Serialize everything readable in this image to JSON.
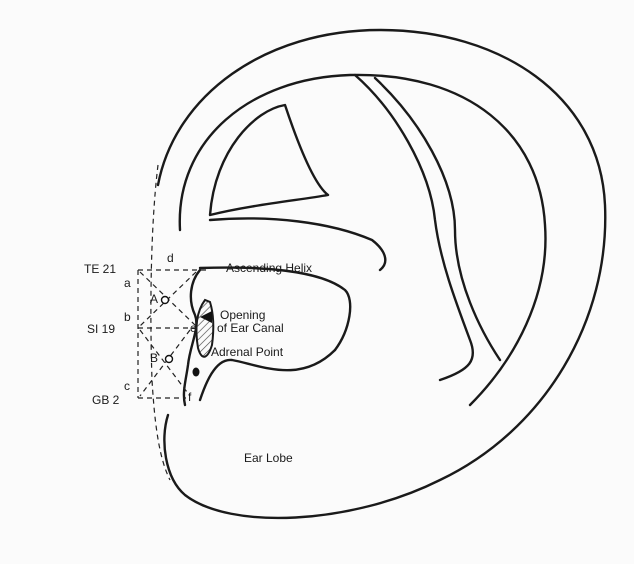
{
  "labels": {
    "te21": "TE 21",
    "si19": "SI 19",
    "gb2": "GB 2",
    "a": "a",
    "b": "b",
    "c": "c",
    "d": "d",
    "e": "e",
    "f": "f",
    "pointA": "A",
    "pointB": "B",
    "ascending_helix": "Ascending Helix",
    "opening_line1": "Opening",
    "opening_line2": "of Ear Canal",
    "adrenal_point": "Adrenal Point",
    "ear_lobe": "Ear Lobe"
  }
}
